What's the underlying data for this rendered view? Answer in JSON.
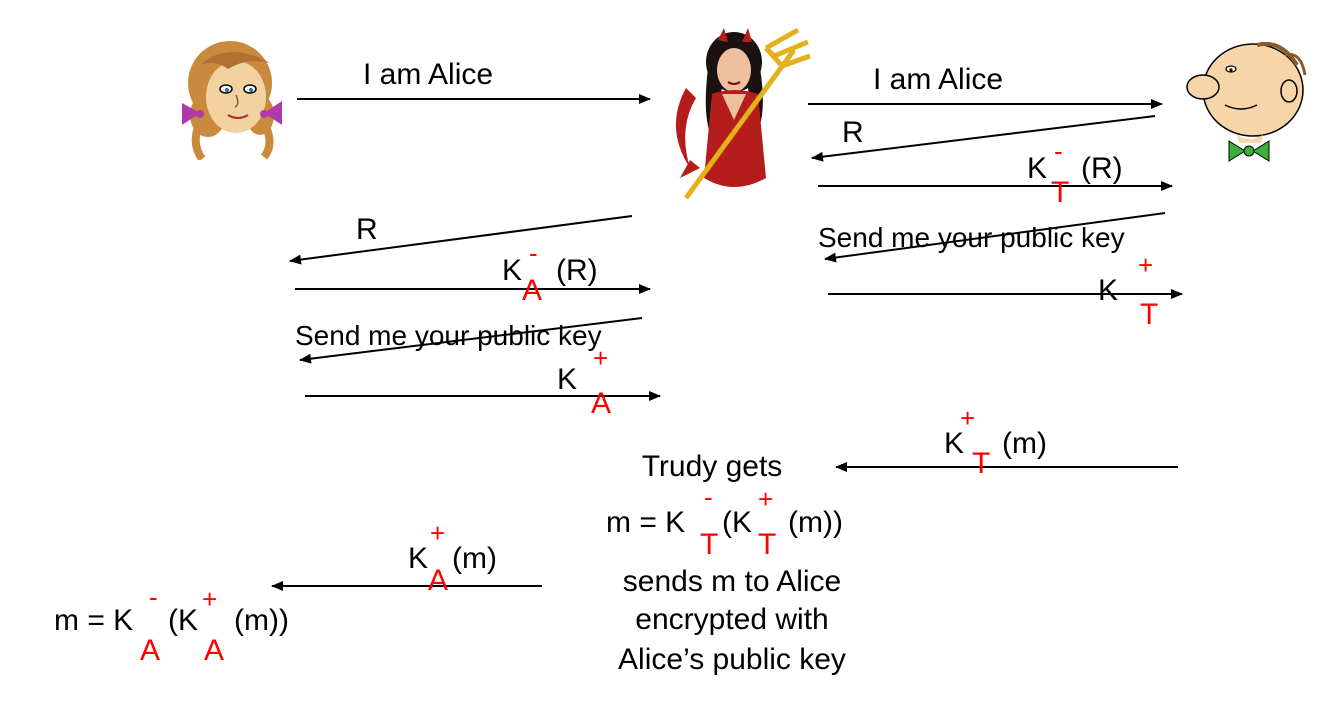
{
  "colors": {
    "line": "#000000",
    "accent": "#ff0000"
  },
  "top_left_msg": "I am Alice",
  "top_right_msg": "I am Alice",
  "right_R": "R",
  "right_K": "K",
  "right_minus": "-",
  "right_T": "T",
  "right_paren_R": "(R)",
  "right_send_me": "Send me your public key",
  "right_K2": "K",
  "right_plus": "+",
  "right_T2": "T",
  "left_R": "R",
  "left_K": "K",
  "left_minus": "-",
  "left_A": "A",
  "left_paren_R": "(R)",
  "left_send_me": "Send me your public key",
  "left_K2": "K",
  "left_plus": "+",
  "left_A2": "A",
  "km_K": "K",
  "km_plus": "+",
  "km_T": "T",
  "km_m": "(m)",
  "trudy_gets": "Trudy gets",
  "eq_m": "m = K",
  "eq_minus": "-",
  "eq_T1": "T",
  "eq_open": "(K",
  "eq_plus": "+",
  "eq_T2": "T",
  "eq_close": "(m))",
  "sends_m": "sends m to Alice",
  "encrypted_with": "encrypted with",
  "alices_public_key": "Alice’s public key",
  "ka_K": "K",
  "ka_plus": "+",
  "ka_A": "A",
  "ka_m": "(m)",
  "final_m": "m = K",
  "final_minus": "-",
  "final_A1": "A",
  "final_open": "(K",
  "final_plus": "+",
  "final_A2": "A",
  "final_close": "(m))"
}
